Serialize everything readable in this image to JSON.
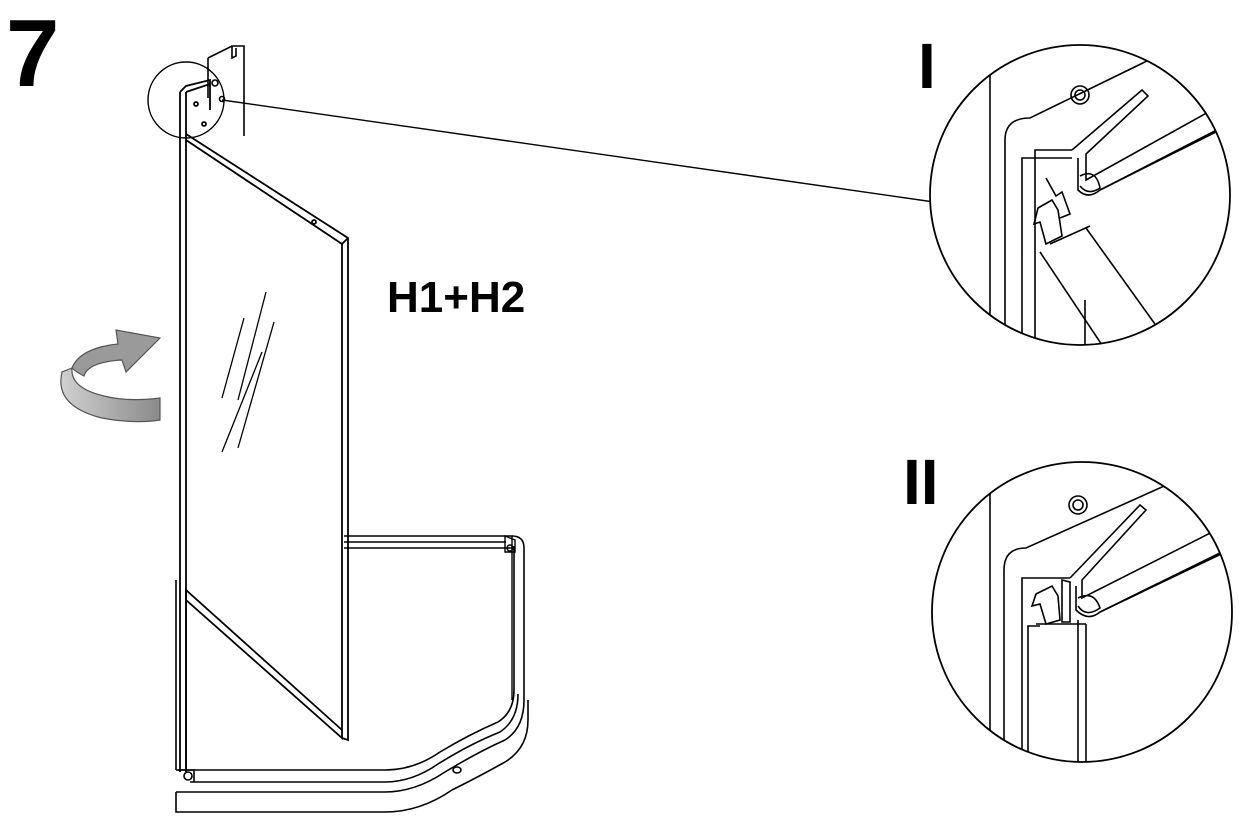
{
  "step": {
    "number": "7"
  },
  "part": {
    "label": "H1+H2"
  },
  "details": [
    {
      "label": "I"
    },
    {
      "label": "II"
    }
  ],
  "icons": {
    "rotate": "rotate-arrow-icon",
    "screw": "screw-hole-icon"
  }
}
